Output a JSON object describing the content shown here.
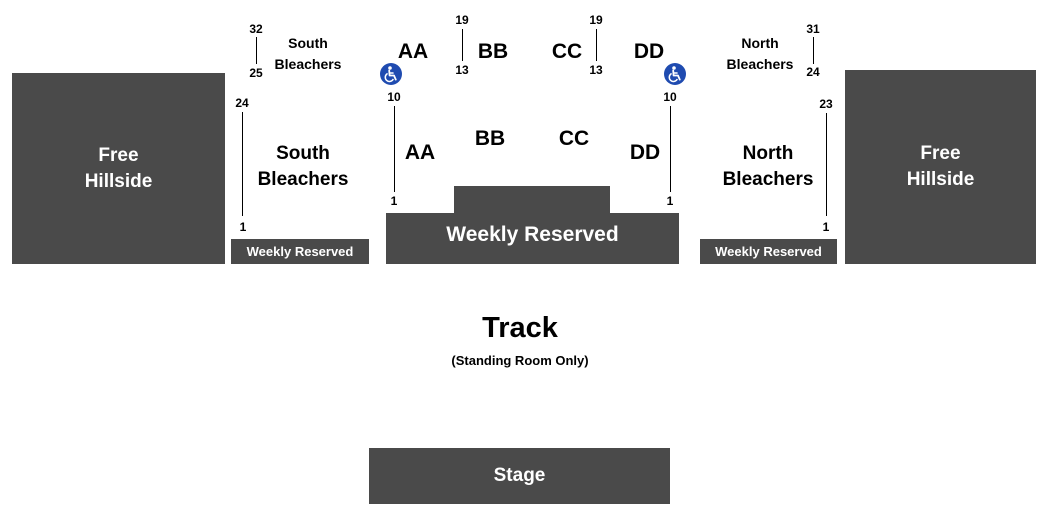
{
  "left": {
    "hillside": "Free\nHillside",
    "upper_bleachers": "South\nBleachers",
    "lower_bleachers": "South\nBleachers",
    "weekly_reserved": "Weekly Reserved",
    "upper_row_top": "32",
    "upper_row_bottom": "25",
    "lower_row_top": "24",
    "lower_row_bottom": "1"
  },
  "right": {
    "hillside": "Free\nHillside",
    "upper_bleachers": "North\nBleachers",
    "lower_bleachers": "North\nBleachers",
    "weekly_reserved": "Weekly Reserved",
    "upper_row_top": "31",
    "upper_row_bottom": "24",
    "lower_row_top": "23",
    "lower_row_bottom": "1"
  },
  "center": {
    "upper_sections": [
      "AA",
      "BB",
      "CC",
      "DD"
    ],
    "lower_sections": [
      "AA",
      "BB",
      "CC",
      "DD"
    ],
    "upper_row_top": "19",
    "upper_row_bottom": "13",
    "lower_row_top": "10",
    "lower_row_bottom": "1",
    "weekly_reserved": "Weekly Reserved"
  },
  "track": {
    "title": "Track",
    "subtitle": "(Standing Room Only)"
  },
  "stage": {
    "label": "Stage"
  },
  "colors": {
    "block": "#4a4a4a",
    "accessible": "#1f4bb0"
  },
  "icons": [
    "wheelchair-icon",
    "wheelchair-icon"
  ]
}
